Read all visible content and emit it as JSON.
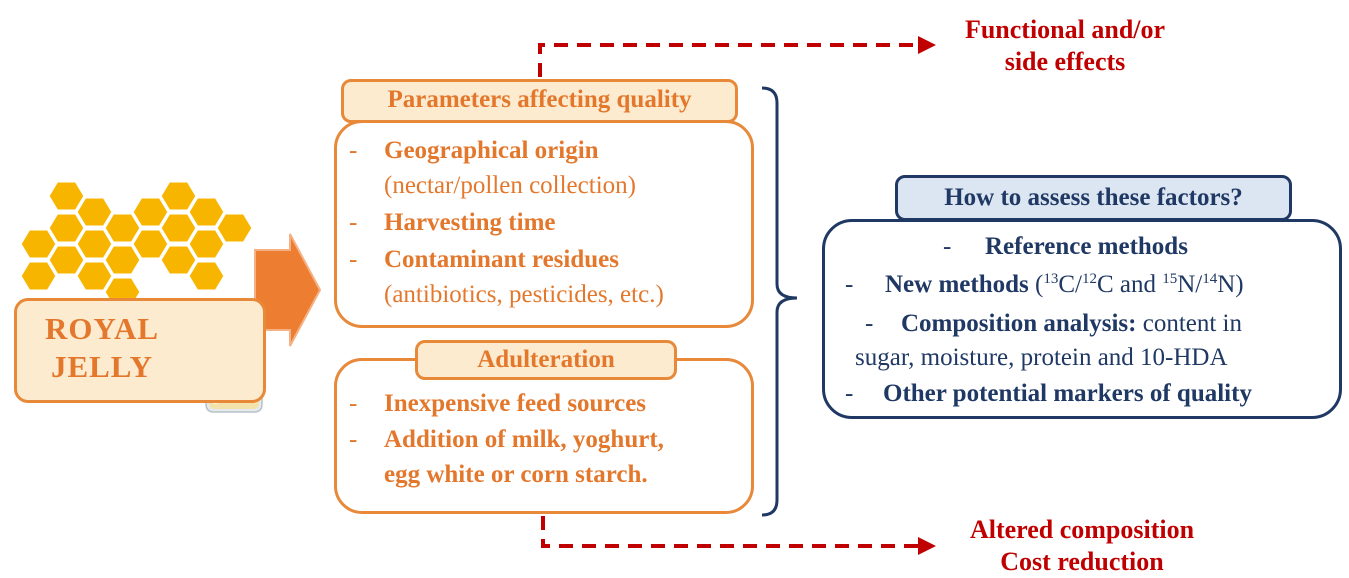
{
  "royal_jelly": {
    "line1": "ROYAL",
    "line2": "JELLY"
  },
  "quality": {
    "header": "Parameters affecting quality",
    "items": [
      {
        "bullet": "-",
        "title": "Geographical origin",
        "detail": "(nectar/pollen collection)"
      },
      {
        "bullet": "-",
        "title": "Harvesting time"
      },
      {
        "bullet": "-",
        "title": "Contaminant residues",
        "detail": "(antibiotics, pesticides, etc.)"
      }
    ]
  },
  "adulteration": {
    "header": "Adulteration",
    "items": [
      {
        "bullet": "-",
        "title": "Inexpensive feed sources"
      },
      {
        "bullet": "-",
        "title": "Addition of milk, yoghurt,",
        "title2": "egg white or corn starch."
      }
    ]
  },
  "assess": {
    "header": "How to assess these factors?",
    "items": [
      {
        "bullet": "-",
        "text": "Reference methods"
      },
      {
        "bullet": "-",
        "bold": "New methods",
        "open": " (",
        "i1_mass": "13",
        "i1_el": "C/",
        "i2_mass": "12",
        "i2_el": "C and ",
        "i3_mass": "15",
        "i3_el": "N/",
        "i4_mass": "14",
        "i4_el": "N)"
      },
      {
        "bullet": "-",
        "bold": "Composition analysis:",
        "rest": " content in",
        "line2": "sugar, moisture, protein and 10-HDA"
      },
      {
        "bullet": "-",
        "text": "Other potential markers of quality"
      }
    ]
  },
  "outcomes": {
    "top": {
      "line1": "Functional and/or",
      "line2": "side effects"
    },
    "bottom": {
      "line1": "Altered composition",
      "line2": "Cost reduction"
    }
  },
  "colors": {
    "orange": "#e3782d",
    "orange_fill": "#fcebcf",
    "navy": "#1f3864",
    "blue_fill": "#dce6f2",
    "red": "#c00000",
    "honey": "#f7b500",
    "arrow": "#ed7d31"
  }
}
